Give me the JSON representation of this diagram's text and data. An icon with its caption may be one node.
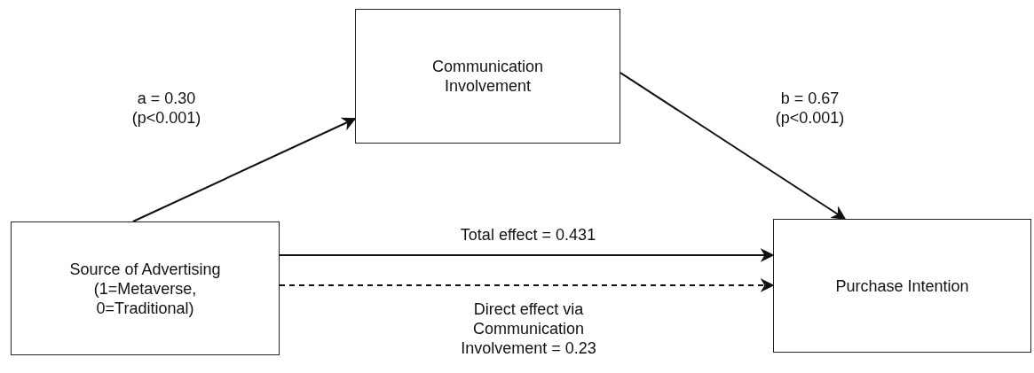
{
  "diagram": {
    "nodes": [
      {
        "text": [
          "Source of Advertising (1=Metaverse, 0=Traditional)"
        ]
      },
      {
        "text": [
          "Communication Involvement"
        ]
      },
      {
        "text": [
          "Purchase Intention"
        ]
      }
    ],
    "edges": [
      {
        "from": 0,
        "to": 1,
        "arrow": "to",
        "label": "a = 0.30 (p<0.001)"
      },
      {
        "from": 1,
        "to": 2,
        "arrow": "to",
        "label": "b = 0.67 (p<0.001)"
      },
      {
        "from": 0,
        "to": 2,
        "arrow": "to",
        "label": "Total effect = 0.431"
      },
      {
        "from": 0,
        "to": 2,
        "arrow": "to",
        "label": "Direct effect via Communication Involvement = 0.23",
        "style": "dashed"
      }
    ]
  }
}
